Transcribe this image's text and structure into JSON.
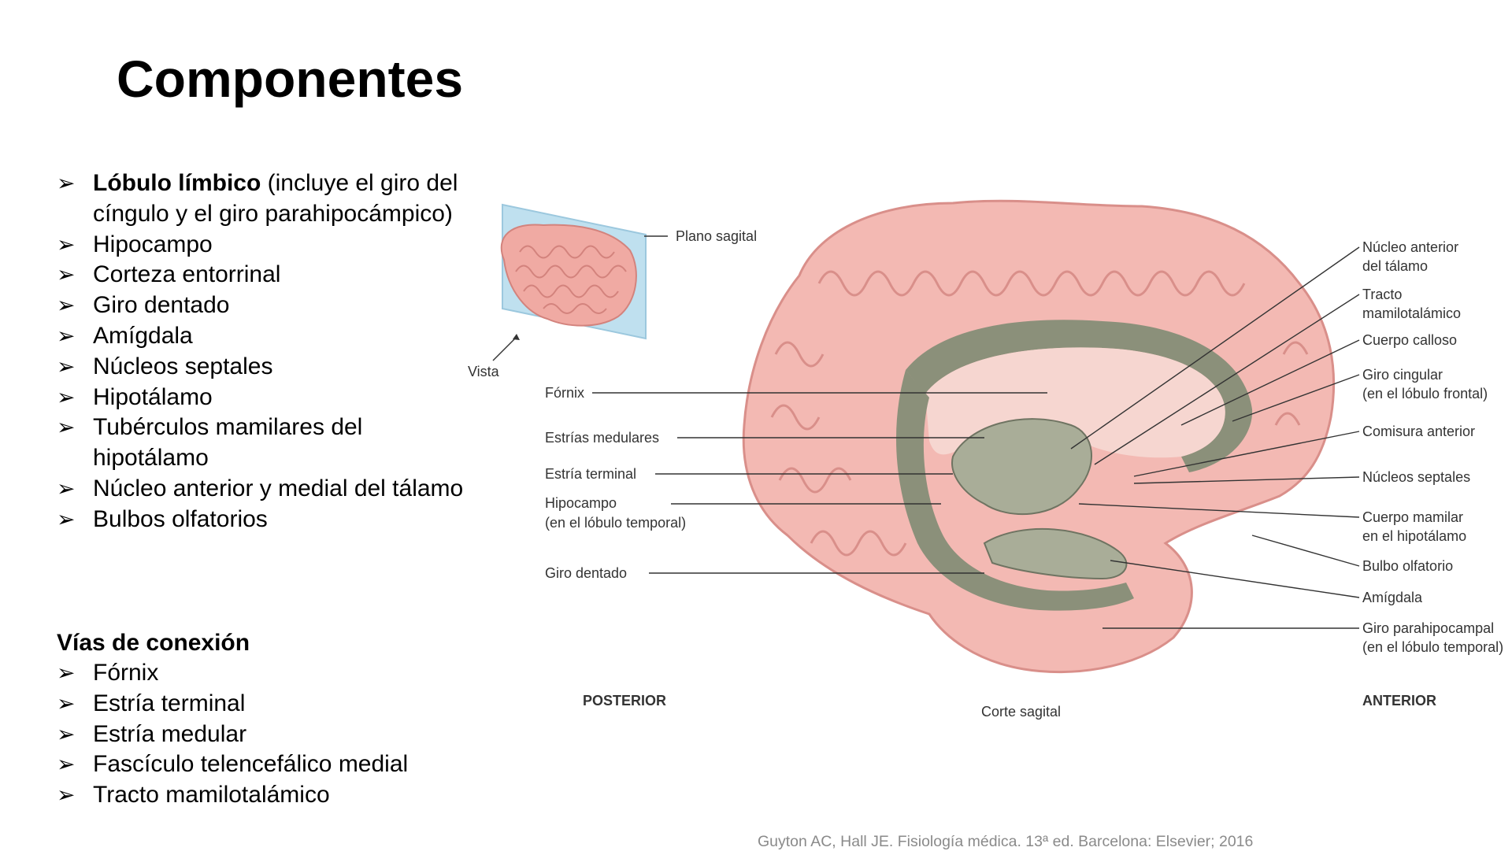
{
  "title": "Componentes",
  "components": [
    {
      "bold": "Lóbulo límbico",
      "text": " (incluye el giro del cíngulo y el giro parahipocámpico)"
    },
    {
      "bold": "",
      "text": "Hipocampo"
    },
    {
      "bold": "",
      "text": "Corteza entorrinal"
    },
    {
      "bold": "",
      "text": "Giro dentado"
    },
    {
      "bold": "",
      "text": "Amígdala"
    },
    {
      "bold": "",
      "text": "Núcleos septales"
    },
    {
      "bold": "",
      "text": "Hipotálamo"
    },
    {
      "bold": "",
      "text": "Tubérculos mamilares del hipotálamo"
    },
    {
      "bold": "",
      "text": "Núcleo anterior y medial del tálamo"
    },
    {
      "bold": "",
      "text": "Bulbos olfatorios"
    }
  ],
  "pathways_heading": "Vías de conexión",
  "pathways": [
    "Fórnix",
    "Estría terminal",
    "Estría medular",
    "Fascículo telencefálico medial",
    "Tracto mamilotalámico"
  ],
  "bullet_glyph": "➢",
  "diagram": {
    "inset": {
      "plane_label": "Plano sagital",
      "view_label": "Vista"
    },
    "left_labels": [
      "Fórnix",
      "Estrías medulares",
      "Estría terminal",
      "Hipocampo",
      "(en el lóbulo temporal)",
      "Giro dentado"
    ],
    "right_labels": [
      "Núcleo anterior",
      "del tálamo",
      "Tracto",
      "mamilotalámico",
      "Cuerpo calloso",
      "Giro cingular",
      "(en el lóbulo frontal)",
      "Comisura anterior",
      "Núcleos septales",
      "Cuerpo mamilar",
      "en el hipotálamo",
      "Bulbo olfatorio",
      "Amígdala",
      "Giro parahipocampal",
      "(en el lóbulo temporal)"
    ],
    "posterior": "POSTERIOR",
    "anterior": "ANTERIOR",
    "caption": "Corte sagital"
  },
  "colors": {
    "cortex": "#f3b9b3",
    "cortex_dark": "#d98f8a",
    "limbic": "#8b907a",
    "limbic_light": "#a9ad98",
    "inner": "#f6d6d0",
    "plane": "#bfe0ef"
  },
  "citation": "Guyton AC, Hall JE. Fisiología médica. 13ª ed. Barcelona: Elsevier; 2016"
}
